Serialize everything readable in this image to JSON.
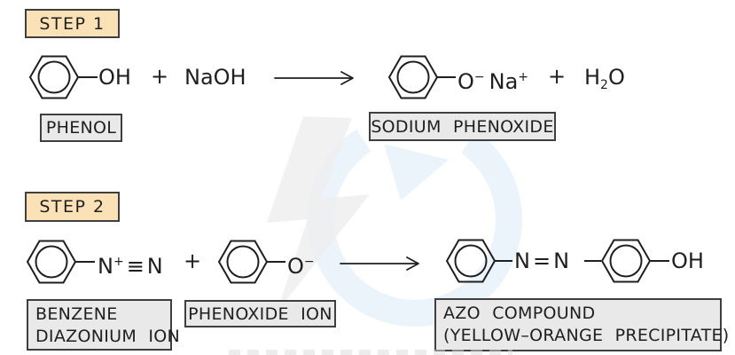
{
  "colors": {
    "background": "#ffffff",
    "step_badge_fill": "#fbe2b6",
    "label_fill": "#e9e9e9",
    "box_border": "#3f3f3f",
    "ink": "#1f1f1f",
    "watermark_blue": "#ddebf8",
    "watermark_gray": "#ededed"
  },
  "step1": {
    "badge": "STEP 1",
    "phenol_oh": "OH",
    "plus_1": "+",
    "naoh": "NaOH",
    "product_o": "O",
    "product_o_charge": "−",
    "product_na": "Na",
    "product_na_charge": "+",
    "plus_2": "+",
    "water_h": "H",
    "water_sub": "2",
    "water_o": "O",
    "reactant_label": "PHENOL",
    "product_label": "SODIUM PHENOXIDE"
  },
  "step2": {
    "badge": "STEP 2",
    "diazonium_n1": "N",
    "diazonium_charge": "+",
    "triple_bond": "≡",
    "diazonium_n2": "N",
    "plus": "+",
    "phenoxide_o": "O",
    "phenoxide_charge": "−",
    "azo_n1": "N",
    "double_bond": "=",
    "azo_n2": "N",
    "product_oh": "OH",
    "reactant1_label_line1": "BENZENE",
    "reactant1_label_line2": "DIAZONIUM ION",
    "reactant2_label": "PHENOXIDE ION",
    "product_label_line1": "AZO COMPOUND",
    "product_label_line2": "(YELLOW–ORANGE PRECIPITATE)"
  }
}
